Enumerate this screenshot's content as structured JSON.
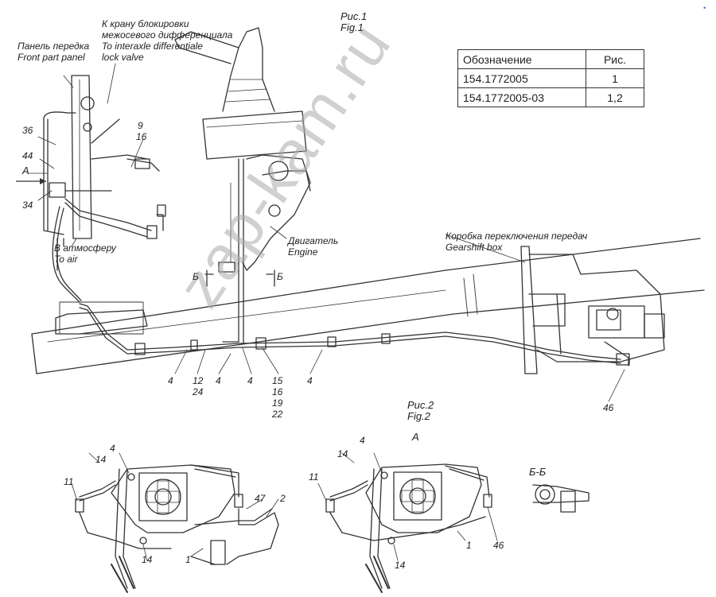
{
  "fig1": {
    "title_ru": "Рис.1",
    "title_en": "Fig.1"
  },
  "fig2": {
    "title_ru": "Рис.2",
    "title_en": "Fig.2",
    "view_letter": "A"
  },
  "table": {
    "header": [
      "Обозначение",
      "Рис."
    ],
    "rows": [
      [
        "154.1772005",
        "1"
      ],
      [
        "154.1772005-03",
        "1,2"
      ]
    ]
  },
  "labels": {
    "front_panel_ru": "Панель передка",
    "front_panel_en": "Front part panel",
    "valve_ru_1": "К крану блокировки",
    "valve_ru_2": "межосевого дифференциала",
    "valve_en_1": "To interaxle differentiale",
    "valve_en_2": "lock valve",
    "air_ru": "В атмосферу",
    "air_en": "To air",
    "engine_ru": "Двигатель",
    "engine_en": "Engine",
    "gearbox_ru": "Коробка переключения передач",
    "gearbox_en": "Gearshift box",
    "view_a": "A",
    "section_bb": "Б-Б",
    "section_b": "Б"
  },
  "callouts": {
    "n36": "36",
    "n44": "44",
    "n34": "34",
    "n9": "9",
    "n16": "16",
    "n4": "4",
    "n12": "12",
    "n24": "24",
    "n15": "15",
    "n19": "19",
    "n22": "22",
    "n46": "46",
    "n1": "1",
    "n2": "2",
    "n11": "11",
    "n14": "14",
    "n47": "47"
  },
  "watermark": "zap-kam.ru",
  "corner_mark": "•"
}
